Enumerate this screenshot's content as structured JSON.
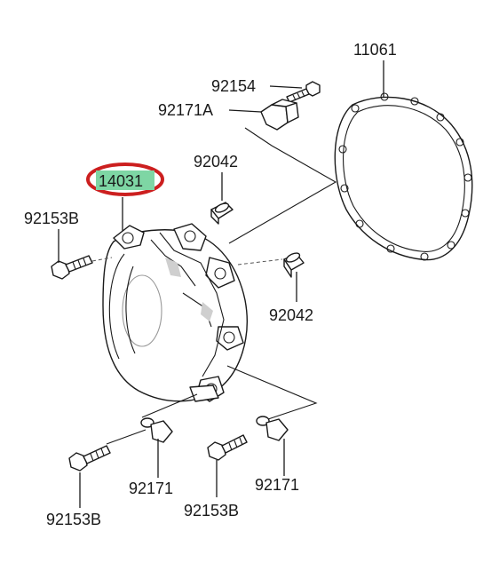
{
  "parts": {
    "gasket": "11061",
    "bolt_small": "92154",
    "clamp_top": "92171A",
    "dowel_top": "92042",
    "cover": "14031",
    "bolt_left": "92153B",
    "dowel_right": "92042",
    "clamp_bottom_left": "92171",
    "clamp_bottom_right": "92171",
    "bolt_bottom_left": "92153B",
    "bolt_bottom_mid": "92153B"
  },
  "highlight": {
    "part": "14031",
    "fill_color": "#7ed6a4",
    "ring_color": "#cc1f1f"
  }
}
